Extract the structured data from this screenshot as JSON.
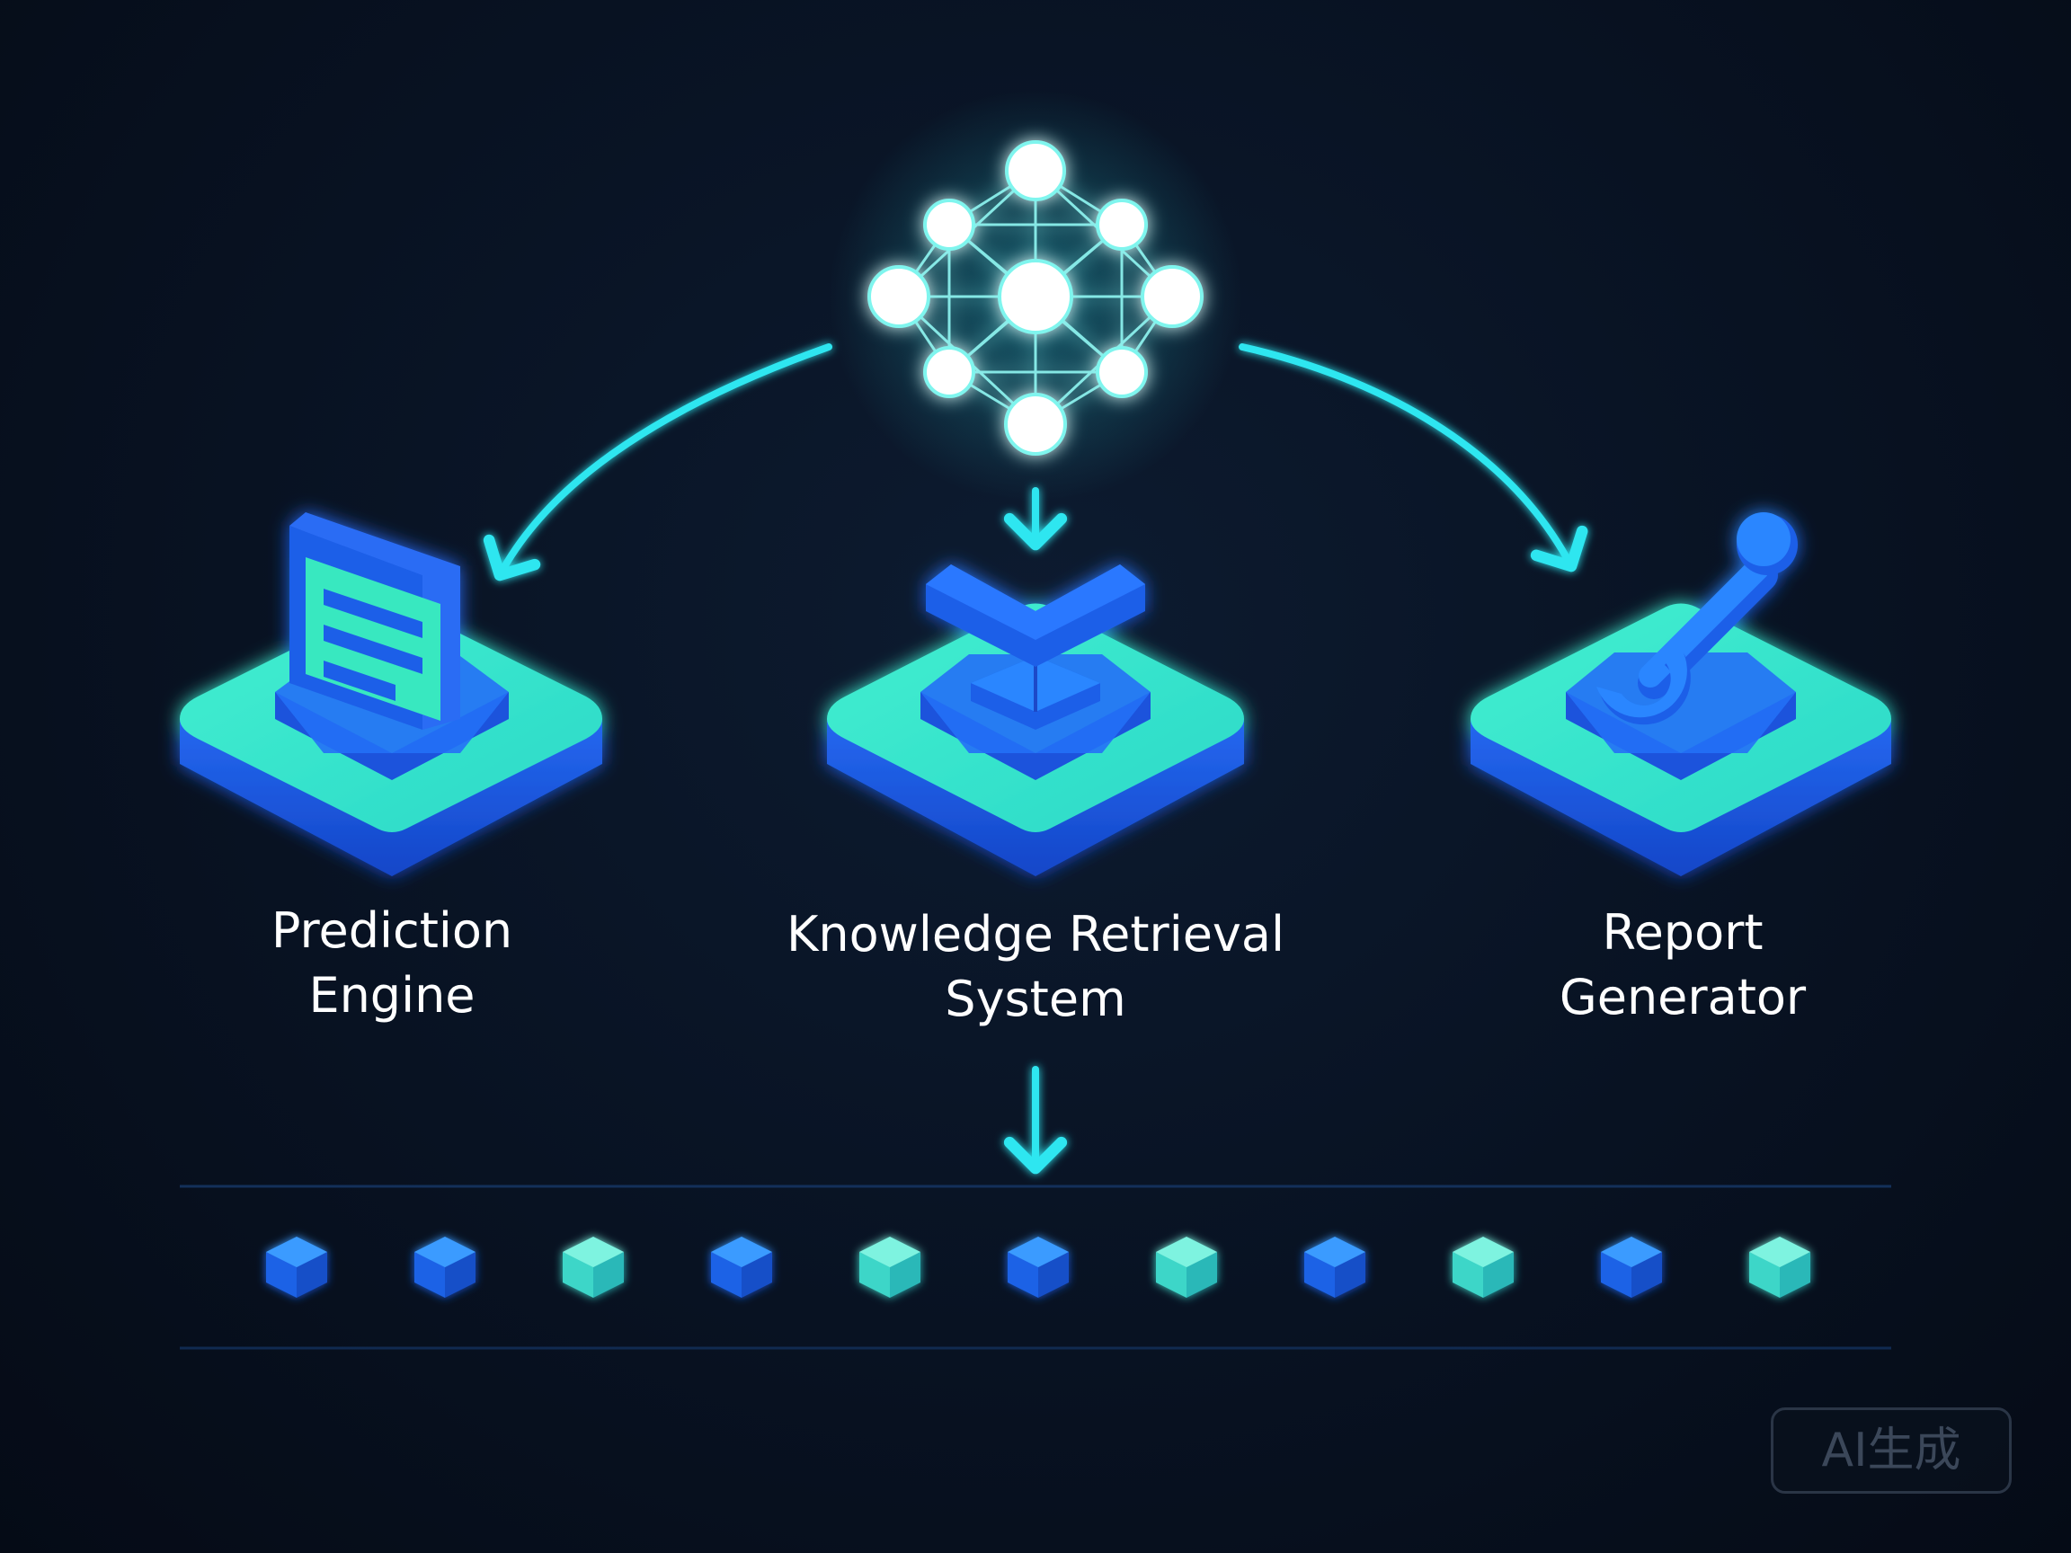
{
  "colors": {
    "background": "#081222",
    "accent_cyan": "#2ee6f0",
    "accent_teal": "#3ff0c8",
    "platform_blue": "#1f5fe8",
    "platform_top": "#38e8c0",
    "node_white": "#ffffff"
  },
  "hub": {
    "icon": "neural-network-icon"
  },
  "modules": [
    {
      "lines": [
        "Prediction",
        "Engine"
      ],
      "icon": "document-icon"
    },
    {
      "lines": [
        "Knowledge Retrieval",
        "System"
      ],
      "icon": "funnel-icon"
    },
    {
      "lines": [
        "Report",
        "Generator"
      ],
      "icon": "wrench-icon"
    }
  ],
  "pipeline": {
    "node_count": 11,
    "node_colors": [
      "blue",
      "blue",
      "teal",
      "blue",
      "teal",
      "blue",
      "teal",
      "blue",
      "teal",
      "blue",
      "teal"
    ]
  },
  "watermark": {
    "text": "AI生成"
  }
}
